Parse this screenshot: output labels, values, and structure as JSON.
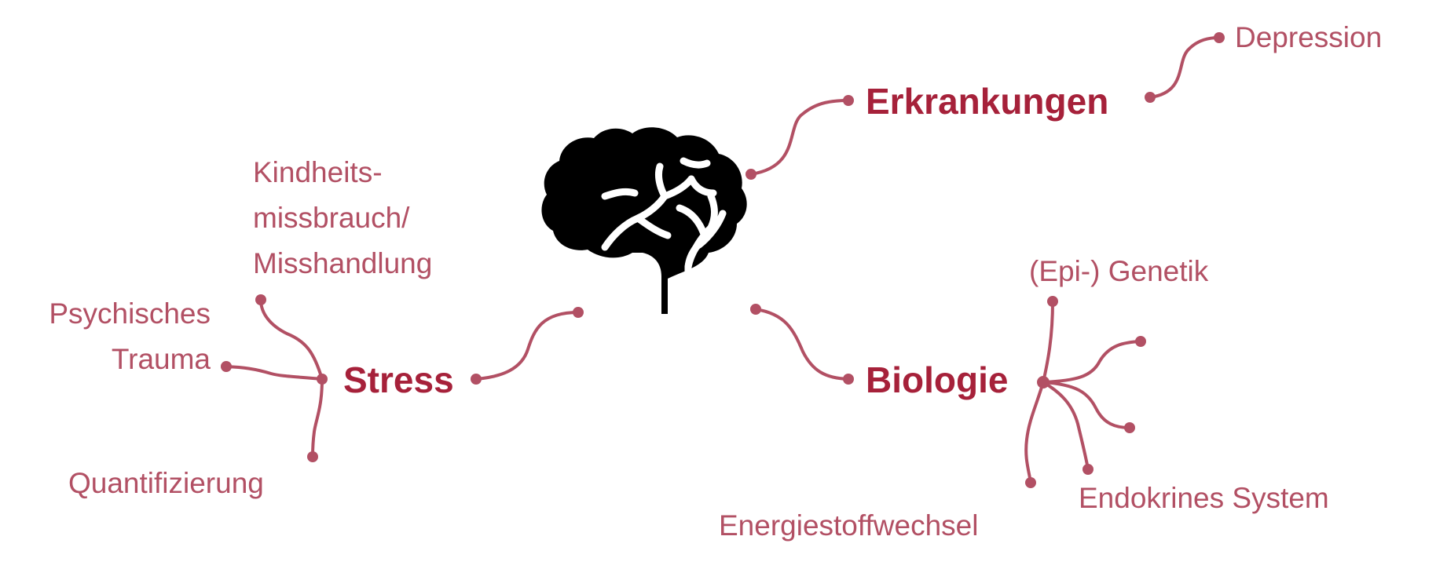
{
  "colors": {
    "main": "#a6213a",
    "sub": "#b25064",
    "connector": "#b25064",
    "icon": "#000000"
  },
  "center": {
    "icon": "brain-icon"
  },
  "branches": {
    "erkrankungen": {
      "label": "Erkrankungen",
      "children": {
        "depression": "Depression"
      }
    },
    "stress": {
      "label": "Stress",
      "children": {
        "kindheit": [
          "Kindheits-",
          "missbrauch/",
          "Misshandlung"
        ],
        "trauma": [
          "Psychisches",
          "Trauma"
        ],
        "quantifizierung": "Quantifizierung"
      }
    },
    "biologie": {
      "label": "Biologie",
      "children": {
        "genetik": "(Epi-) Genetik",
        "endokrin": "Endokrines System",
        "energie": "Energiestoffwechsel"
      }
    }
  }
}
